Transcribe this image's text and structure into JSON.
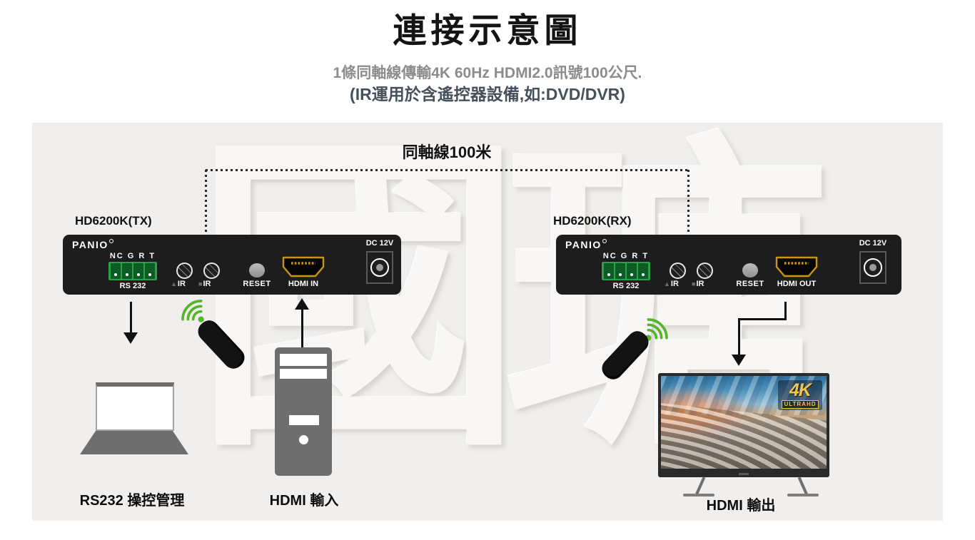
{
  "header": {
    "title": "連接示意圖",
    "subtitle_line1": "1條同軸線傳輸4K 60Hz HDMI2.0訊號100公尺.",
    "subtitle_line2": "(IR運用於含遙控器設備,如:DVD/DVR)"
  },
  "diagram": {
    "coax_label": "同軸線100米",
    "watermark": "國瑭",
    "tx": {
      "name": "HD6200K(TX)",
      "brand": "PANIO",
      "pins": "NC G R T",
      "serial": "RS 232",
      "ir1_marker": "▲",
      "ir1": "IR",
      "ir2_marker": "■",
      "ir2": "IR",
      "reset": "RESET",
      "hdmi": "HDMI IN",
      "power": "DC 12V"
    },
    "rx": {
      "name": "HD6200K(RX)",
      "brand": "PANIO",
      "pins": "NC G R T",
      "serial": "RS 232",
      "ir1_marker": "▲",
      "ir1": "IR",
      "ir2_marker": "■",
      "ir2": "IR",
      "reset": "RESET",
      "hdmi": "HDMI OUT",
      "power": "DC 12V"
    },
    "captions": {
      "rs232": "RS232 操控管理",
      "hdmi_in": "HDMI 輸入",
      "hdmi_out": "HDMI 輸出"
    },
    "tv": {
      "badge_4k": "4K",
      "badge_ultra": "ULTRAHD"
    },
    "colors": {
      "panel_bg": "#f0efed",
      "device_black": "#1d1d1d",
      "terminal_green": "#2f9e4a",
      "hdmi_gold": "#c8960c",
      "ir_wave_green": "#55b52d"
    }
  }
}
